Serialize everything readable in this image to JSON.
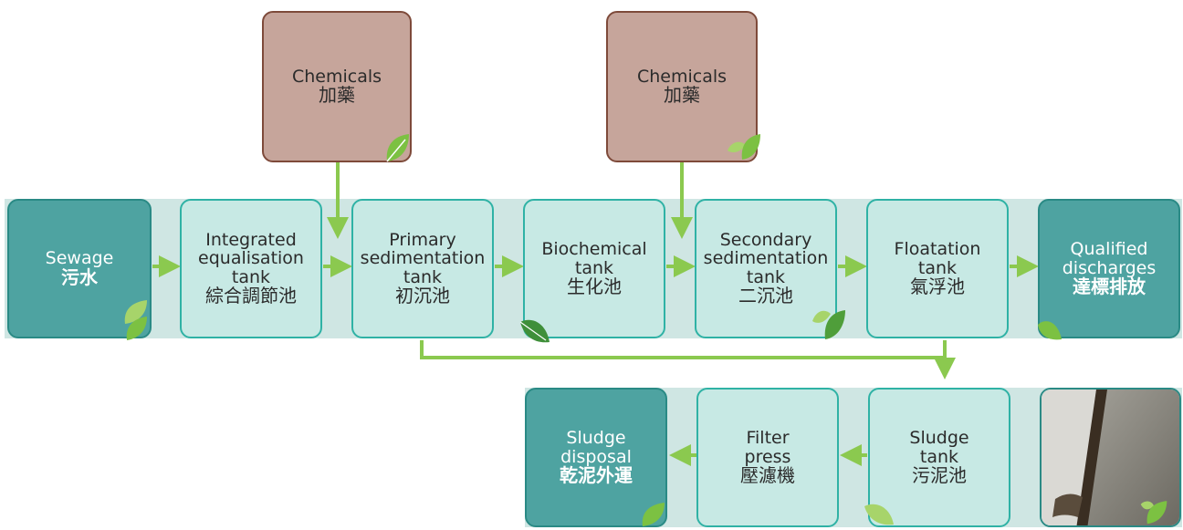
{
  "colors": {
    "band": "#cfe6e3",
    "light_box": "#c7e9e4",
    "dark_box": "#4ea3a1",
    "chem_box": "#c6a59b",
    "arrow": "#8bc94f",
    "leaf": "#7cc142"
  },
  "chemicals": [
    {
      "en": "Chemicals",
      "zh": "加藥"
    },
    {
      "en": "Chemicals",
      "zh": "加藥"
    }
  ],
  "main_row": [
    {
      "en": "Sewage",
      "zh": "污水"
    },
    {
      "en": "Integrated equalisation tank",
      "zh": "綜合調節池"
    },
    {
      "en": "Primary sedimentation tank",
      "zh": "初沉池"
    },
    {
      "en": "Biochemical tank",
      "zh": "生化池"
    },
    {
      "en": "Secondary sedimentation tank",
      "zh": "二沉池"
    },
    {
      "en": "Floatation tank",
      "zh": "氣浮池"
    },
    {
      "en": "Qualified discharges",
      "zh": "達標排放"
    }
  ],
  "sludge_row": [
    {
      "en": "Sludge disposal",
      "zh": "乾泥外運"
    },
    {
      "en": "Filter press",
      "zh": "壓濾機"
    },
    {
      "en": "Sludge tank",
      "zh": "污泥池"
    }
  ],
  "icons": {
    "leaf": "leaf-icon",
    "photo": "sludge-tank-photo"
  }
}
